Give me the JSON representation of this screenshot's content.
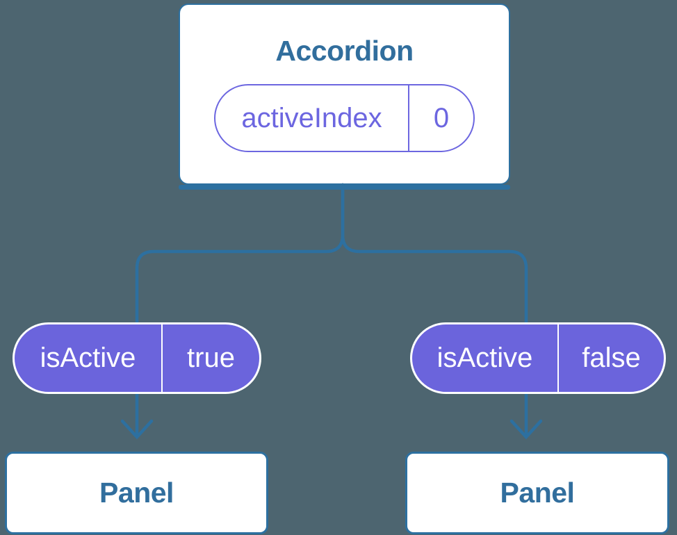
{
  "colors": {
    "background": "#4d6570",
    "node_bg": "#ffffff",
    "blue": "#2d70a0",
    "text_blue": "#316e9d",
    "purple": "#6c66e0",
    "purple_fill": "#6b64dc"
  },
  "diagram": {
    "root": {
      "title": "Accordion",
      "state_pill": {
        "name": "activeIndex",
        "value": "0"
      }
    },
    "children": [
      {
        "prop_pill": {
          "name": "isActive",
          "value": "true"
        },
        "title": "Panel"
      },
      {
        "prop_pill": {
          "name": "isActive",
          "value": "false"
        },
        "title": "Panel"
      }
    ]
  }
}
